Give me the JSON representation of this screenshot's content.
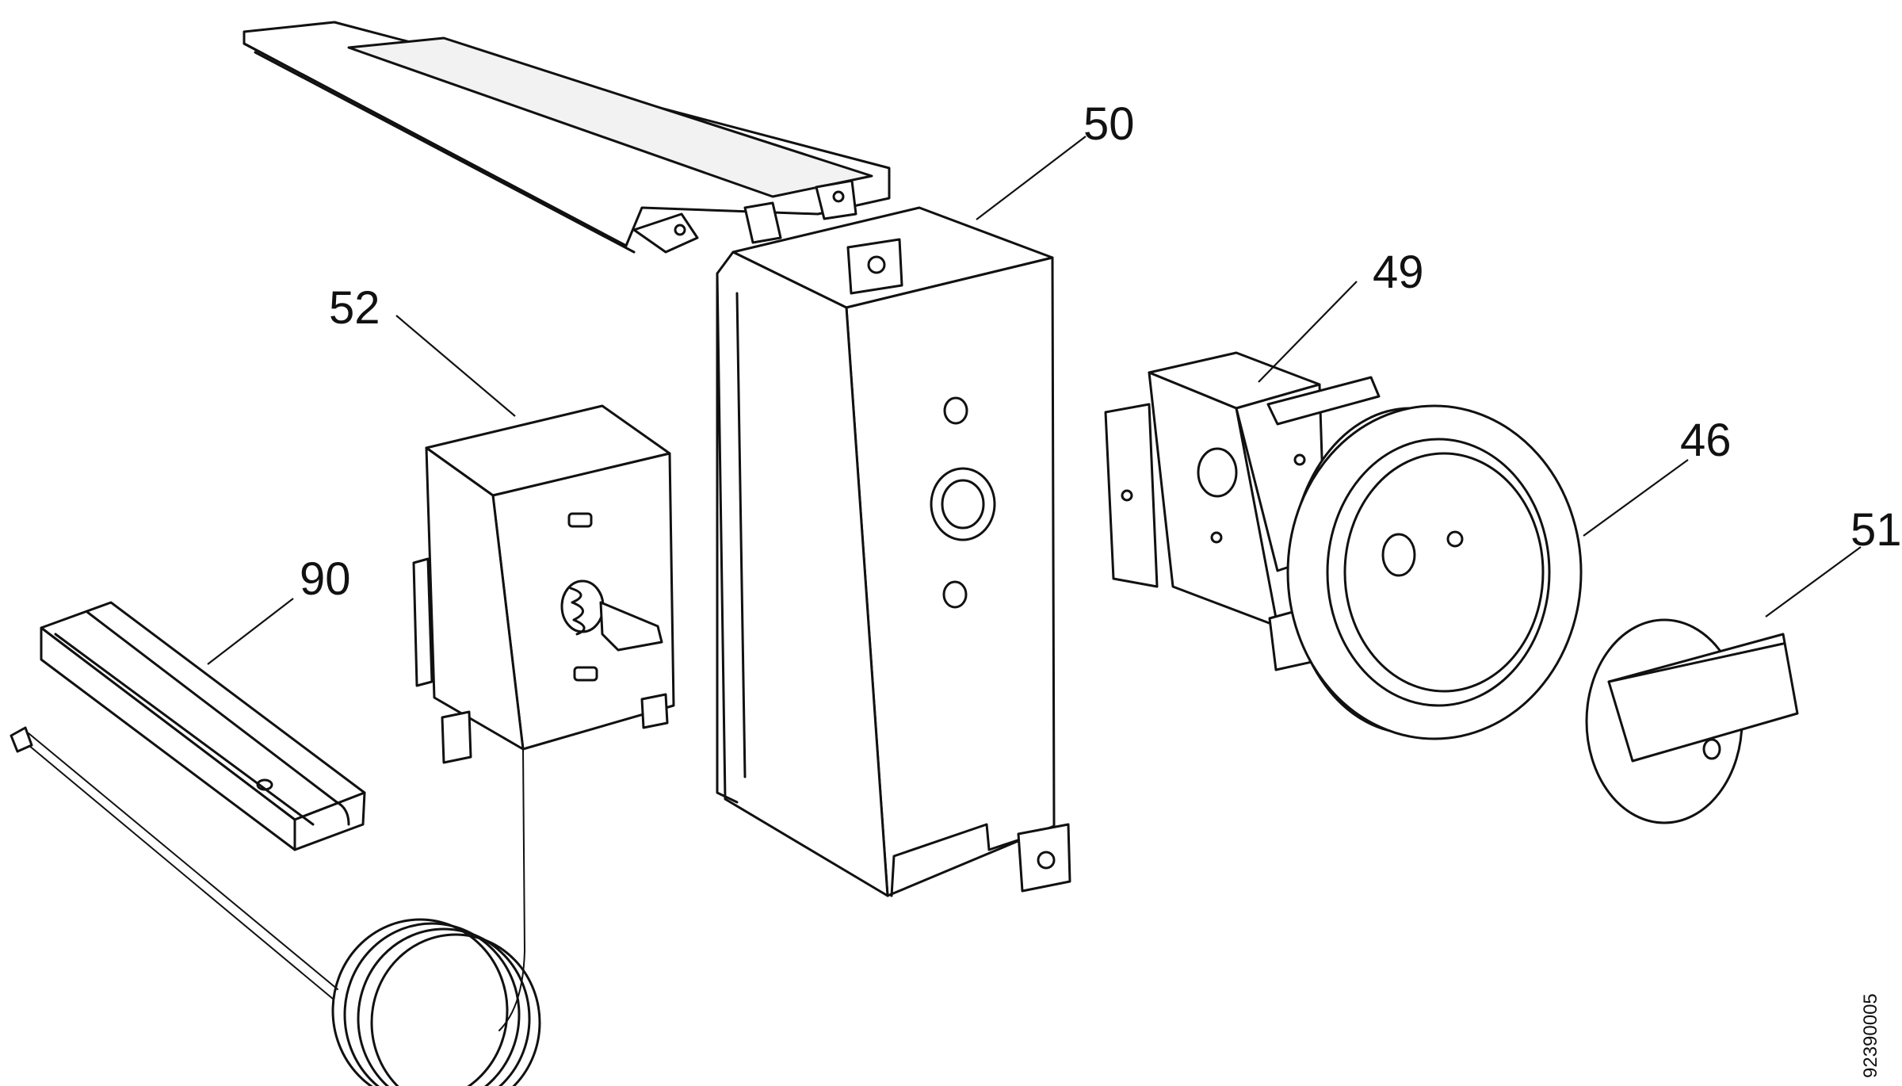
{
  "callouts": {
    "c50": "50",
    "c52": "52",
    "c49": "49",
    "c46": "46",
    "c51": "51",
    "c90": "90"
  },
  "drawing_number": "92390005"
}
